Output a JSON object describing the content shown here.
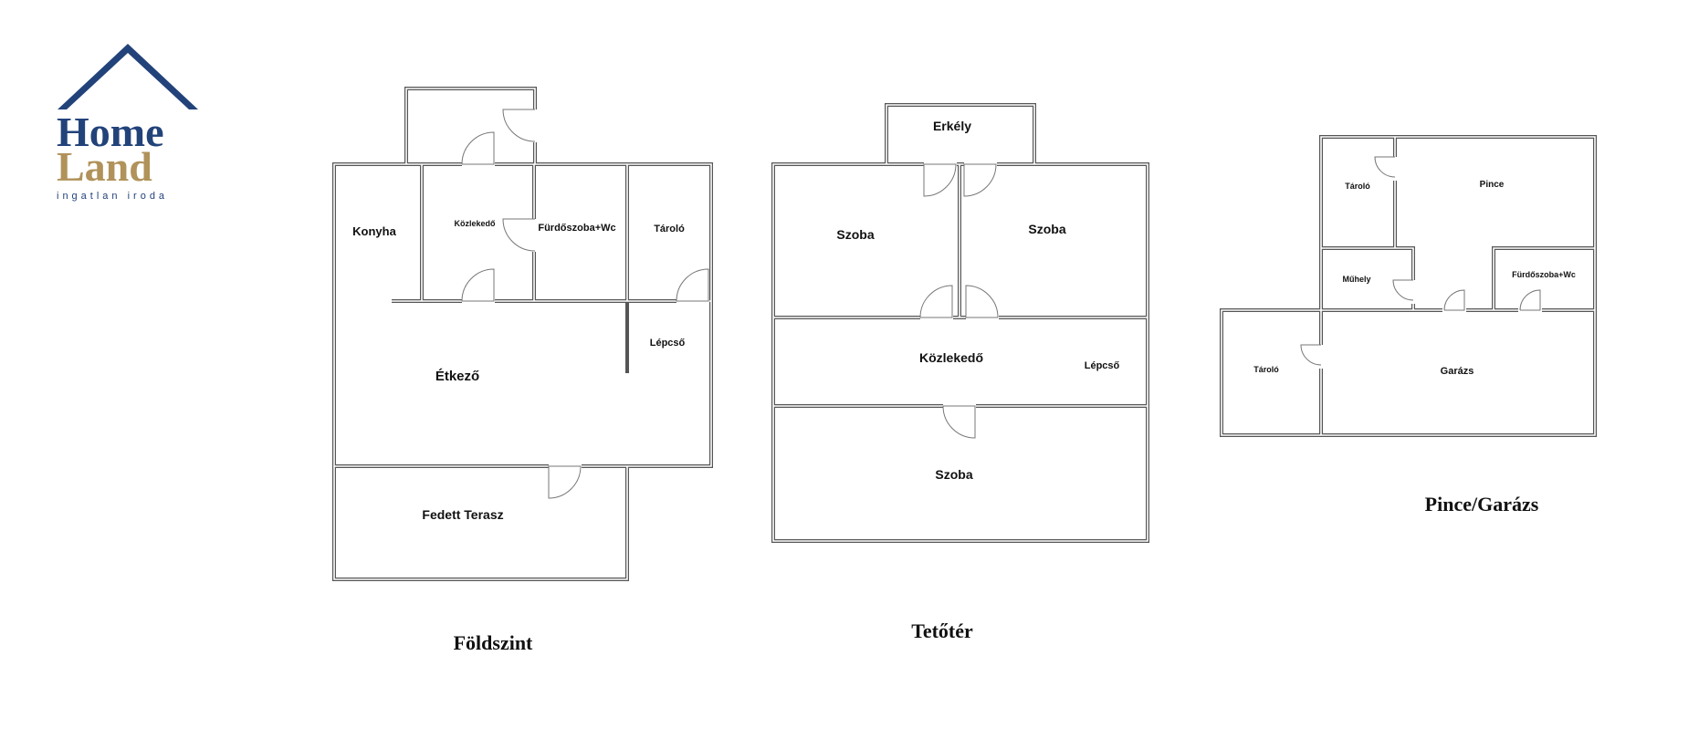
{
  "logo": {
    "word1": "Home",
    "word2": "Land",
    "tagline": "ingatlan iroda",
    "colors": {
      "primary": "#22427a",
      "gold": "#b0925a"
    }
  },
  "floors": {
    "ground": {
      "title": "Földszint",
      "rooms": {
        "konyha": "Konyha",
        "kozlekedo": "Közlekedő",
        "furdoszoba": "Fürdőszoba+Wc",
        "tarolo": "Tároló",
        "lepcso": "Lépcső",
        "etkezo": "Étkező",
        "terasz": "Fedett Terasz"
      }
    },
    "attic": {
      "title": "Tetőtér",
      "rooms": {
        "erkely": "Erkély",
        "szoba1": "Szoba",
        "szoba2": "Szoba",
        "kozlekedo": "Közlekedő",
        "lepcso": "Lépcső",
        "szoba3": "Szoba"
      }
    },
    "basement": {
      "title": "Pince/Garázs",
      "rooms": {
        "tarolo1": "Tároló",
        "pince": "Pince",
        "muhely": "Műhely",
        "furdoszoba": "Fürdőszoba+Wc",
        "tarolo2": "Tároló",
        "garazs": "Garázs"
      }
    }
  }
}
